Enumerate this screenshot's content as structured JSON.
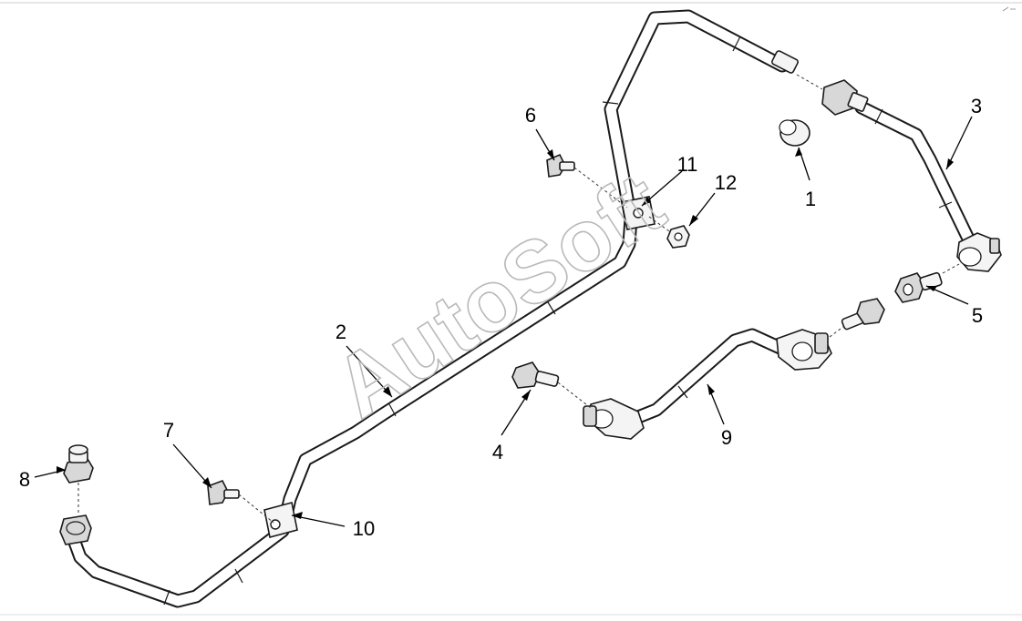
{
  "diagram": {
    "callouts": [
      "1",
      "2",
      "3",
      "4",
      "5",
      "6",
      "7",
      "8",
      "9",
      "10",
      "11",
      "12"
    ],
    "watermark": "AutoSoft"
  }
}
